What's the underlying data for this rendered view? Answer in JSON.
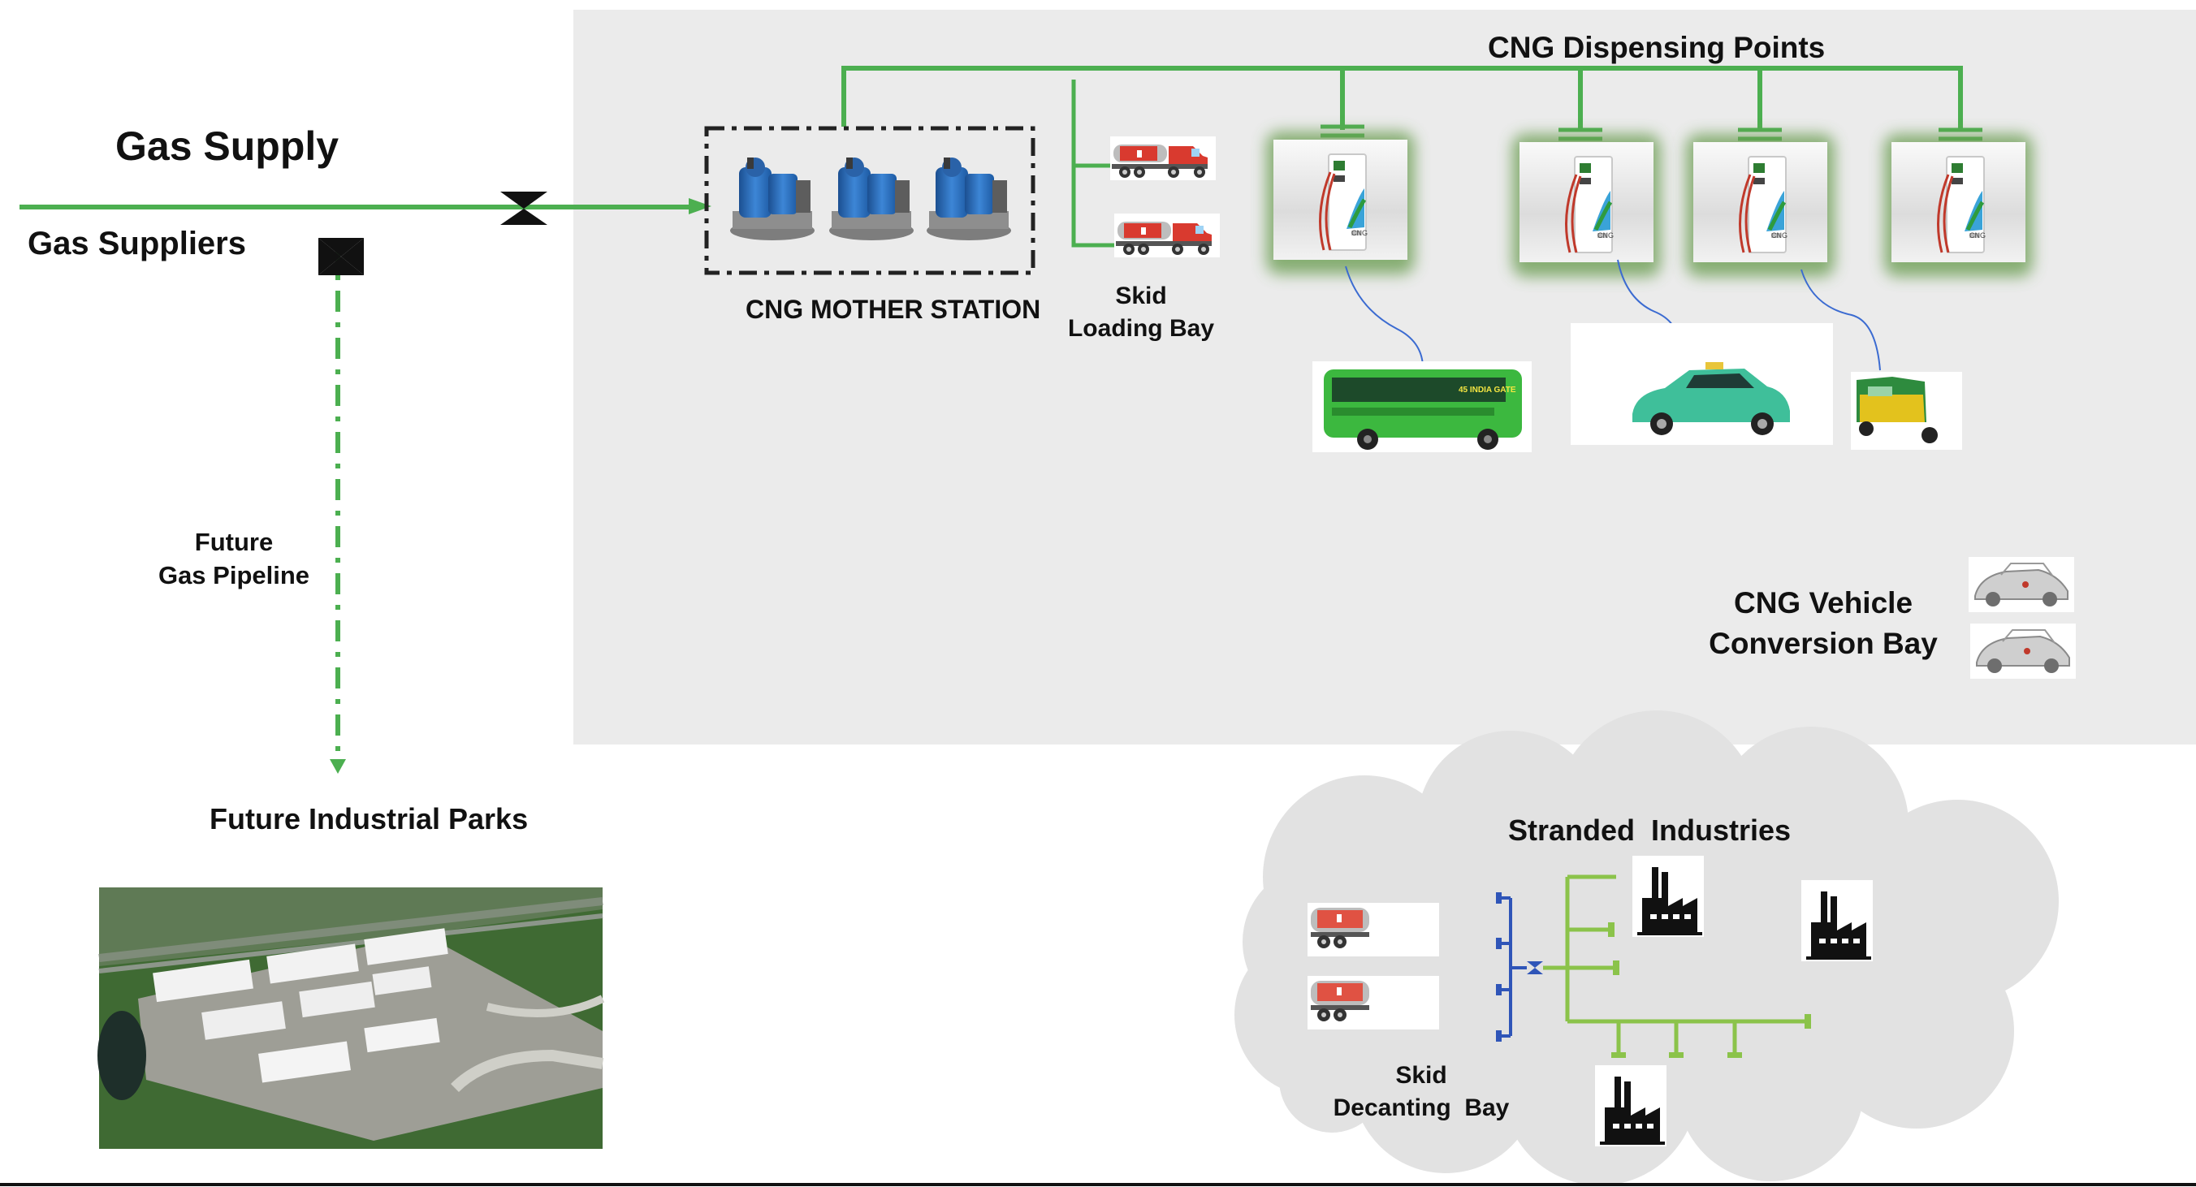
{
  "labels": {
    "gas_supply": "Gas Supply",
    "gas_suppliers": "Gas Suppliers",
    "future_pipeline_line1": "Future",
    "future_pipeline_line2": "Gas Pipeline",
    "future_parks": "Future Industrial Parks",
    "dispensing_points": "CNG Dispensing Points",
    "mother_station": "CNG MOTHER STATION",
    "skid_loading_line1": "Skid",
    "skid_loading_line2": "Loading Bay",
    "conversion_line1": "CNG Vehicle",
    "conversion_line2": "Conversion Bay",
    "stranded_industries": "Stranded  Industries",
    "skid_decanting_line1": "Skid",
    "skid_decanting_line2": "Decanting  Bay",
    "dispenser_tag": "CNG",
    "bus_sign": "45 INDIA GATE"
  },
  "colors": {
    "pipeline_green": "#4caf50",
    "light_green": "#8bc34a",
    "plant_panel": "#ebebeb",
    "cloud": "#e2e2e2",
    "compressor_blue": "#2f6db5",
    "truck_red": "#d93a2f",
    "bus_green": "#3cb83f",
    "taxi_green": "#3fbf9a",
    "auto_yellow": "#e3c21d"
  },
  "icons": {
    "valve": "bowtie-valve-icon",
    "compressor": "compressor-icon",
    "truck": "cng-truck-icon",
    "dispenser": "cng-dispenser-icon",
    "bus": "bus-icon",
    "taxi": "taxi-icon",
    "auto": "auto-rickshaw-icon",
    "car_frame": "car-frame-icon",
    "factory": "factory-icon",
    "aerial": "industrial-park-aerial-photo"
  }
}
